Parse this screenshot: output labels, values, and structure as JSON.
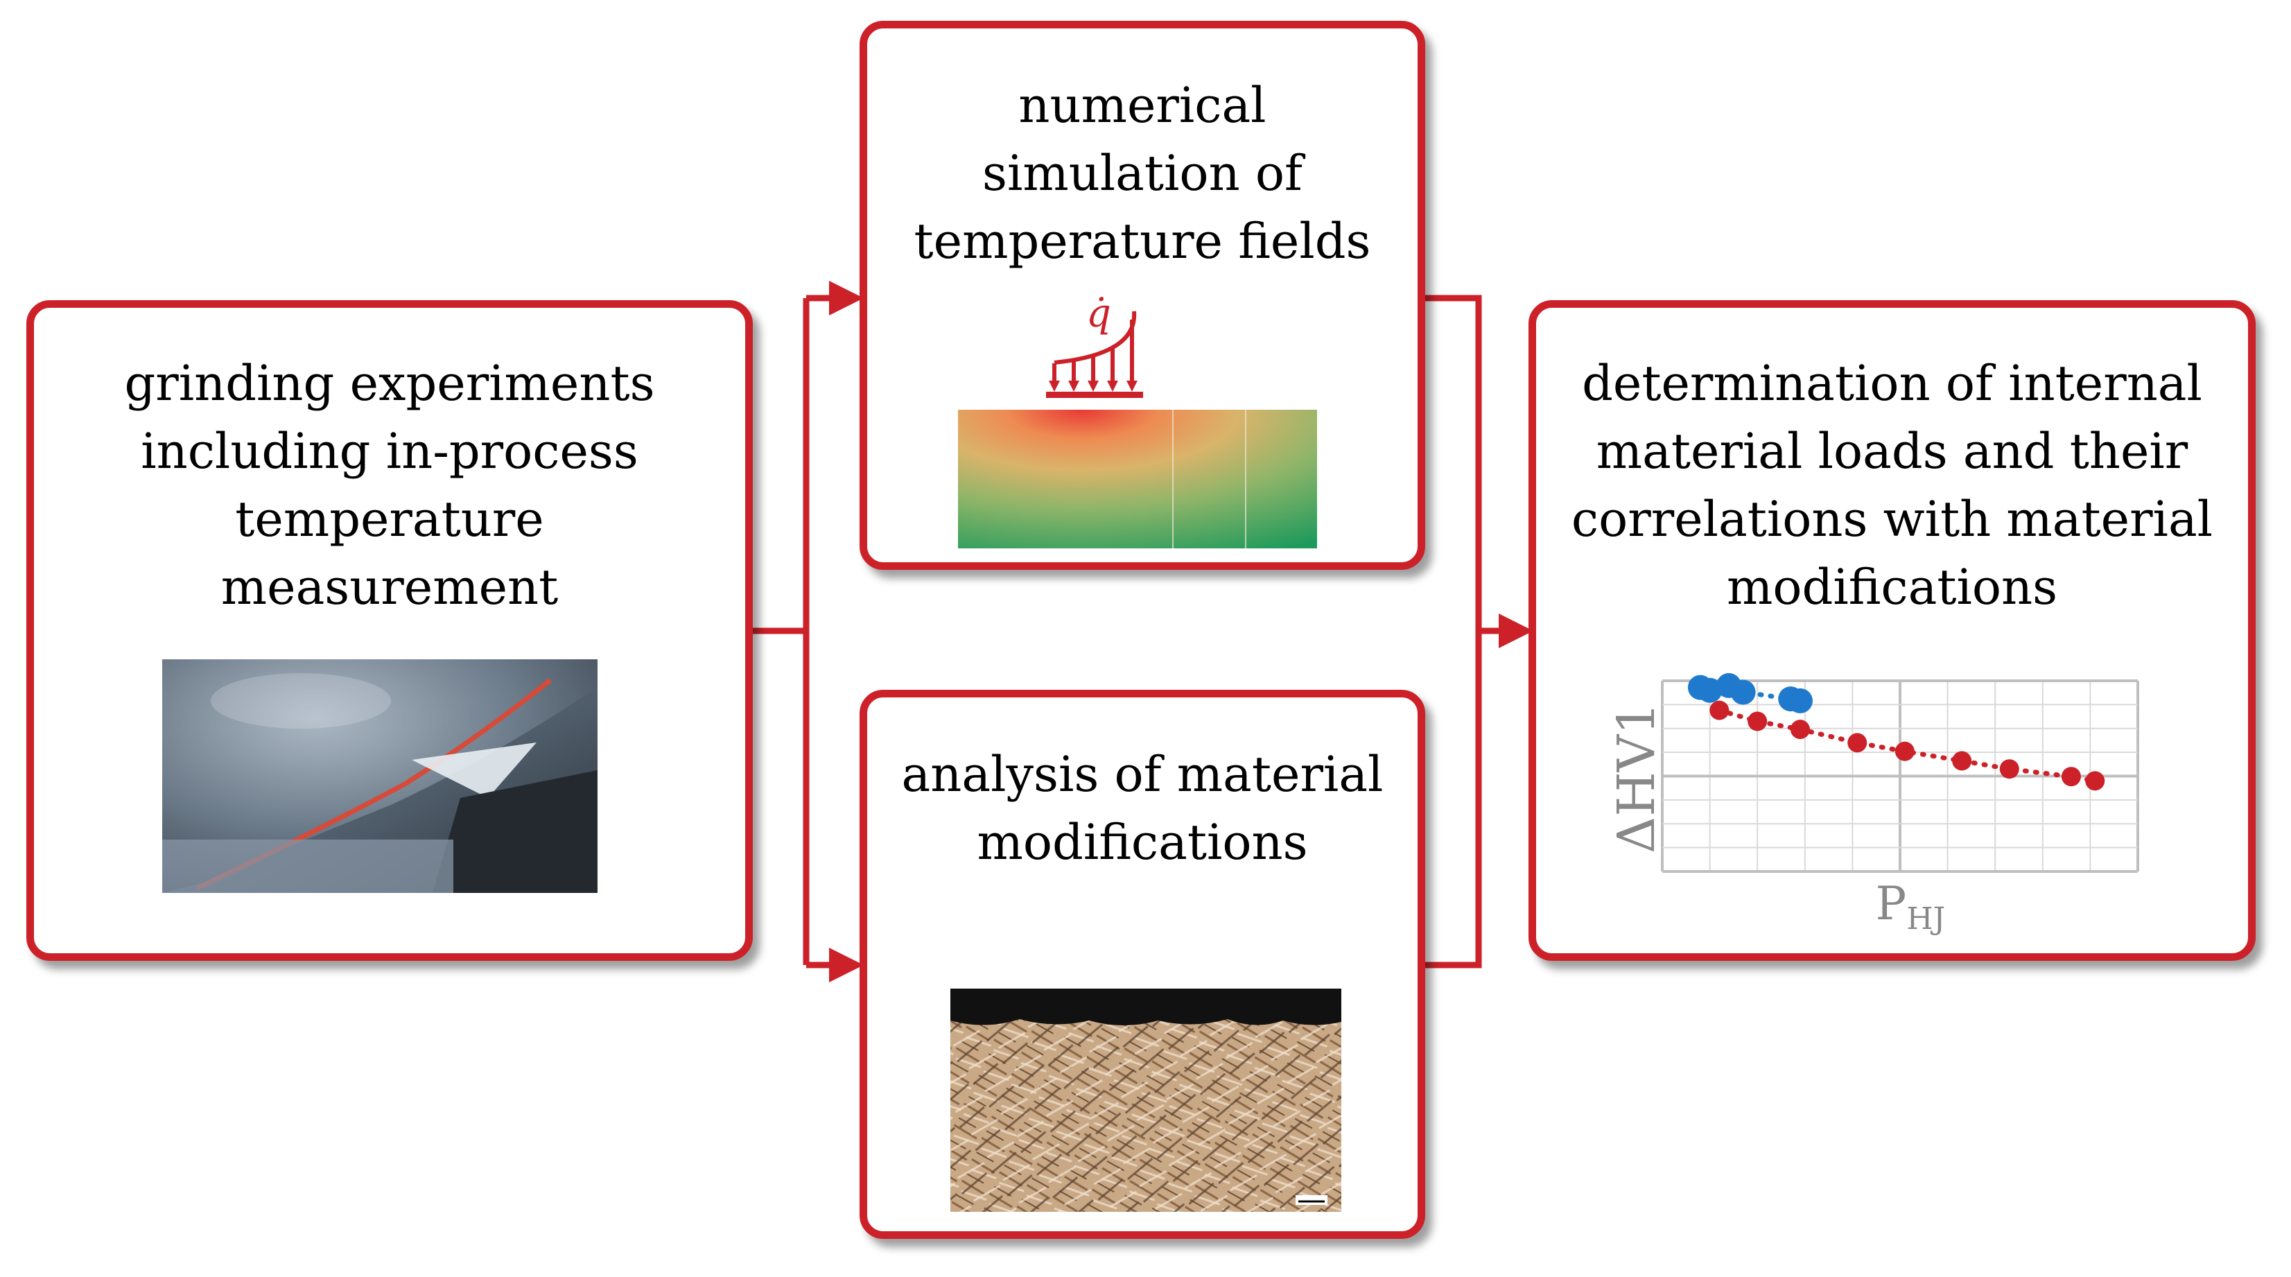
{
  "colors": {
    "accent_red": "#cc2129",
    "marker_blue": "#1f7acd",
    "marker_red": "#cc2129",
    "grid_gray": "#d9d9d9",
    "axis_label_gray": "#888888"
  },
  "boxes": {
    "grinding": {
      "lines": [
        "grinding experiments",
        "including in-process",
        "temperature",
        "measurement"
      ]
    },
    "simulation": {
      "lines": [
        "numerical",
        "simulation of",
        "temperature fields"
      ],
      "heat_flux_symbol": "q̇"
    },
    "analysis": {
      "lines": [
        "analysis of material",
        "modifications"
      ]
    },
    "determination": {
      "lines": [
        "determination of internal",
        "material loads and their",
        "correlations with material",
        "modifications"
      ]
    }
  },
  "icons": {
    "flow_arrow": "arrow-right-icon",
    "heat_load": "heat-flux-load-icon"
  },
  "chart_data": {
    "type": "scatter",
    "xlabel": "P",
    "xlabel_subscript": "HJ",
    "ylabel": "ΔHV1",
    "xlim": [
      0,
      10
    ],
    "ylim": [
      0,
      4
    ],
    "grid": true,
    "series": [
      {
        "color": "#1f7acd",
        "marker": "circle",
        "line": "dotted",
        "x": [
          0.8,
          1.0,
          1.4,
          1.7,
          2.7,
          2.9
        ],
        "y": [
          3.86,
          3.8,
          3.9,
          3.76,
          3.62,
          3.58
        ]
      },
      {
        "color": "#cc2129",
        "marker": "circle",
        "line": "dotted",
        "x": [
          1.2,
          2.0,
          2.9,
          4.1,
          5.1,
          6.3,
          7.3,
          8.6,
          9.1
        ],
        "y": [
          3.38,
          3.15,
          2.98,
          2.7,
          2.52,
          2.32,
          2.15,
          1.99,
          1.9
        ]
      }
    ]
  }
}
